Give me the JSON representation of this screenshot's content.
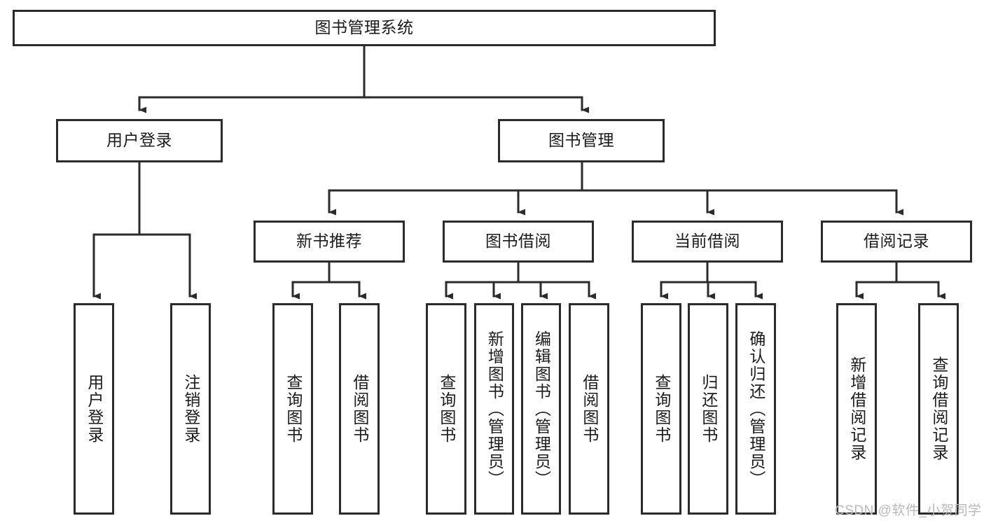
{
  "diagram": {
    "title": "图书管理系统",
    "type": "hierarchy-tree",
    "orientation": "top-down",
    "colors": {
      "box_border": "#2b2b2b",
      "box_fill": "#ffffff",
      "connector": "#2b2b2b",
      "text": "#1b1b1b",
      "watermark": "#b9b9b9",
      "background": "#ffffff"
    },
    "levels": [
      {
        "level": 0,
        "nodes": [
          {
            "id": "root",
            "label": "图书管理系统",
            "orientation": "horizontal"
          }
        ]
      },
      {
        "level": 1,
        "nodes": [
          {
            "id": "login",
            "label": "用户登录",
            "orientation": "horizontal",
            "parent": "root"
          },
          {
            "id": "bookmgmt",
            "label": "图书管理",
            "orientation": "horizontal",
            "parent": "root"
          }
        ]
      },
      {
        "level": 2,
        "nodes": [
          {
            "id": "newbook",
            "label": "新书推荐",
            "orientation": "horizontal",
            "parent": "bookmgmt"
          },
          {
            "id": "borrow",
            "label": "图书借阅",
            "orientation": "horizontal",
            "parent": "bookmgmt"
          },
          {
            "id": "current",
            "label": "当前借阅",
            "orientation": "horizontal",
            "parent": "bookmgmt"
          },
          {
            "id": "records",
            "label": "借阅记录",
            "orientation": "horizontal",
            "parent": "bookmgmt"
          }
        ]
      },
      {
        "level": 3,
        "nodes": [
          {
            "id": "leaf1",
            "label": "用户登录",
            "orientation": "vertical",
            "parent": "login"
          },
          {
            "id": "leaf2",
            "label": "注销登录",
            "orientation": "vertical",
            "parent": "login"
          },
          {
            "id": "leaf3",
            "label": "查询图书",
            "orientation": "vertical",
            "parent": "newbook"
          },
          {
            "id": "leaf4",
            "label": "借阅图书",
            "orientation": "vertical",
            "parent": "newbook"
          },
          {
            "id": "leaf5",
            "label": "查询图书",
            "orientation": "vertical",
            "parent": "borrow"
          },
          {
            "id": "leaf6",
            "label": "新增图书（管理员）",
            "orientation": "vertical",
            "parent": "borrow"
          },
          {
            "id": "leaf7",
            "label": "编辑图书（管理员）",
            "orientation": "vertical",
            "parent": "borrow"
          },
          {
            "id": "leaf8",
            "label": "借阅图书",
            "orientation": "vertical",
            "parent": "borrow"
          },
          {
            "id": "leaf9",
            "label": "查询图书",
            "orientation": "vertical",
            "parent": "current"
          },
          {
            "id": "leaf10",
            "label": "归还图书",
            "orientation": "vertical",
            "parent": "current"
          },
          {
            "id": "leaf11",
            "label": "确认归还（管理员）",
            "orientation": "vertical",
            "parent": "current"
          },
          {
            "id": "leaf12",
            "label": "新增借阅记录",
            "orientation": "vertical",
            "parent": "records"
          },
          {
            "id": "leaf13",
            "label": "查询借阅记录",
            "orientation": "vertical",
            "parent": "records"
          }
        ]
      }
    ]
  },
  "watermark": {
    "text": "CSDN @软件_小贺同学"
  }
}
